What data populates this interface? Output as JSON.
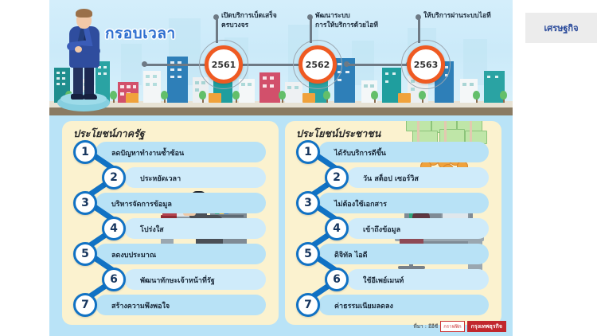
{
  "section_tag": {
    "label": "เศรษฐกิจ"
  },
  "header": {
    "title": "กรอบเวลา",
    "milestones": [
      {
        "year": "2561",
        "label_line1": "เปิดบริการเบ็ดเสร็จ",
        "label_line2": "ครบวงจร"
      },
      {
        "year": "2562",
        "label_line1": "พัฒนาระบบ",
        "label_line2": "การให้บริการด้วยไอที"
      },
      {
        "year": "2563",
        "label_line1": "ให้บริการผ่านระบบไอที",
        "label_line2": ""
      }
    ]
  },
  "panels": [
    {
      "title": "ประโยชน์ภาครัฐ",
      "items": [
        {
          "num": "1",
          "text": "ลดปัญหาทำงานซ้ำซ้อน"
        },
        {
          "num": "2",
          "text": "ประหยัดเวลา"
        },
        {
          "num": "3",
          "text": "บริหารจัดการข้อมูล"
        },
        {
          "num": "4",
          "text": "โปร่งใส"
        },
        {
          "num": "5",
          "text": "ลดงบประมาณ"
        },
        {
          "num": "6",
          "text": "พัฒนาทักษะเจ้าหน้าที่รัฐ"
        },
        {
          "num": "7",
          "text": "สร้างความพึงพอใจ"
        }
      ]
    },
    {
      "title": "ประโยชน์ประชาชน",
      "items": [
        {
          "num": "1",
          "text": "ได้รับบริการดีขึ้น"
        },
        {
          "num": "2",
          "text": "วัน สต็อป เซอร์วิส"
        },
        {
          "num": "3",
          "text": "ไม่ต้องใช้เอกสาร"
        },
        {
          "num": "4",
          "text": "เข้าถึงข้อมูล"
        },
        {
          "num": "5",
          "text": "ดิจิทัล ไอดี"
        },
        {
          "num": "6",
          "text": "ใช้อีเพย์เมนท์"
        },
        {
          "num": "7",
          "text": "ค่าธรรมเนียมลดลง"
        }
      ]
    }
  ],
  "credit": {
    "source": "ที่มา : อีอีซี",
    "graphic_badge": "กราฟฟิก",
    "publisher": "กรุงเทพธุรกิจ"
  },
  "colors": {
    "card_bg": "#b9e3f7",
    "panel_bg": "#fbf2cf",
    "pill": "#b8e2f6",
    "bead_ring": "#1172c4",
    "year_ring": "#ef5a22",
    "title_blue": "#2e6fd0",
    "publisher_red": "#c1272d"
  }
}
